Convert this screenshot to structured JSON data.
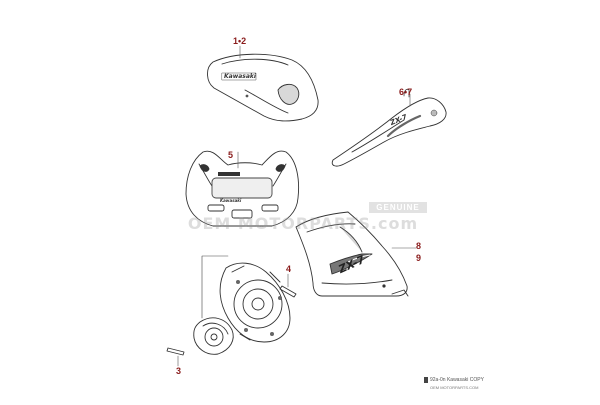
{
  "callouts": {
    "c12": "1•2",
    "c5": "5",
    "c67": "6•7",
    "c4": "4",
    "c3": "3",
    "c8": "8",
    "c9": "9"
  },
  "watermark": {
    "main": "OEM MOTORPARTS.com",
    "badge": "GENUINE"
  },
  "footer": {
    "code": "92a-0n Kawasaki COPY",
    "sub": "OEM MOTORPARTS.COM"
  },
  "decal_text": {
    "brand": "Kawasaki",
    "model": "ZX-7"
  },
  "colors": {
    "callout": "#8a1c1c",
    "line": "#333333"
  }
}
